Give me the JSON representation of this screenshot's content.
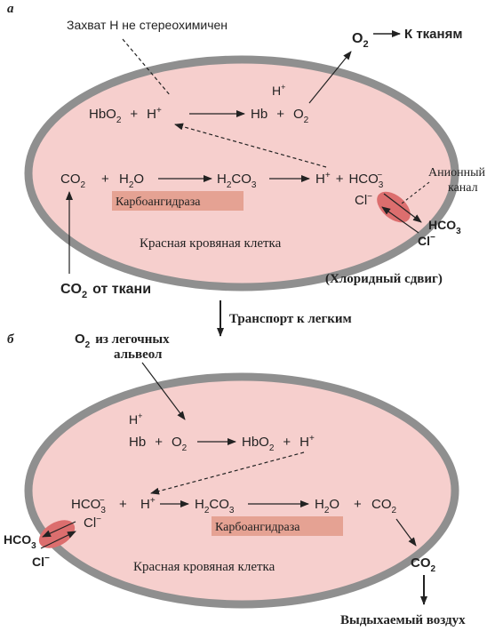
{
  "panel_a": {
    "letter": "а",
    "note_top": "Захват Н не стереохимичен",
    "o2_out": "O",
    "o2_out_sub": "2",
    "to_tissue": "К тканям",
    "hb_h": "H",
    "hb_h_sup": "+",
    "r1_left": "HbO",
    "r1_left_sub": "2",
    "r1_plus1": "+",
    "r1_h": "H",
    "r1_h_sup": "+",
    "r1_hb": "Hb",
    "r1_plus2": "+",
    "r1_o2": "O",
    "r1_o2_sub": "2",
    "r2_co2": "CO",
    "r2_co2_sub": "2",
    "r2_plus": "+",
    "r2_h2o": "H",
    "r2_h2o_sub": "2",
    "r2_h2o_o": "O",
    "r2_h2co3": "H",
    "r2_h2co3_sub1": "2",
    "r2_h2co3_co": "CO",
    "r2_h2co3_sub2": "3",
    "r2_h": "H",
    "r2_h_sup": "+",
    "r2_plus2": "+",
    "r2_hco3": "HCO",
    "r2_hco3_sub": "3",
    "r2_hco3_sup": "−",
    "cl": "Cl",
    "cl_sup": "−",
    "enzyme": "Карбоангидраза",
    "channel_line1": "Анионный",
    "channel_line2": "канал",
    "out_hco3": "HCO",
    "out_hco3_sub": "3",
    "in_cl": "Cl",
    "in_cl_sup": "−",
    "cell_label": "Красная кровяная клетка",
    "co2_from": "CO",
    "co2_from_sub": "2",
    "co2_from_rest": "от ткани",
    "chloride_shift": "(Хлоридный сдвиг)"
  },
  "transport": "Транспорт к легким",
  "panel_b": {
    "letter": "б",
    "o2_in": "O",
    "o2_in_sub": "2",
    "o2_in_line1": "из легочных",
    "o2_in_line2": "альвеол",
    "hb_h": "H",
    "hb_h_sup": "+",
    "r1_hb": "Hb",
    "r1_plus1": "+",
    "r1_o2": "O",
    "r1_o2_sub": "2",
    "r1_hbo2": "HbO",
    "r1_hbo2_sub": "2",
    "r1_plus2": "+",
    "r1_h": "H",
    "r1_h_sup": "+",
    "r2_hco3": "HCO",
    "r2_hco3_sub": "3",
    "r2_hco3_sup": "−",
    "r2_plus": "+",
    "r2_h": "H",
    "r2_h_sup": "+",
    "r2_h2co3": "H",
    "r2_h2co3_sub1": "2",
    "r2_h2co3_co": "CO",
    "r2_h2co3_sub2": "3",
    "r2_h2o": "H",
    "r2_h2o_sub": "2",
    "r2_h2o_o": "O",
    "r2_plus2": "+",
    "r2_co2": "CO",
    "r2_co2_sub": "2",
    "cl": "Cl",
    "cl_sup": "−",
    "enzyme": "Карбоангидраза",
    "out_hco3": "HCO",
    "out_hco3_sub": "3",
    "out_cl": "Cl",
    "out_cl_sup": "−",
    "cell_label": "Красная кровяная клетка",
    "co2_out": "CO",
    "co2_out_sub": "2",
    "exhaled": "Выдыхаемый воздух"
  },
  "colors": {
    "cell_fill": "#f6cfcd",
    "cell_border": "#8f8f8f",
    "channel": "#dc6e6e",
    "enzyme_bg": "#e29a88"
  }
}
